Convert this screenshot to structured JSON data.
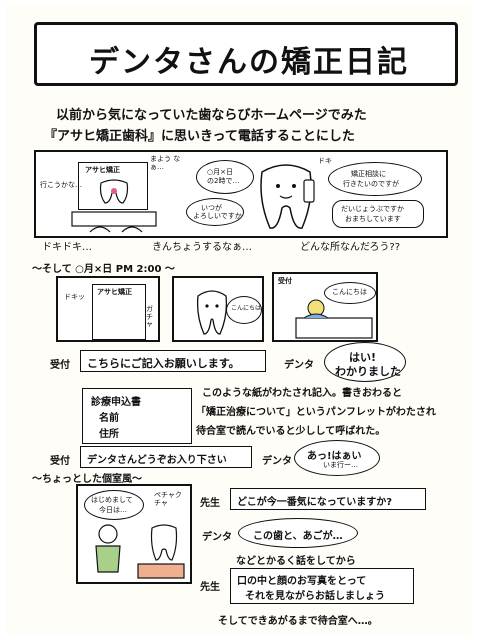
{
  "title": "デンタさんの矯正日記",
  "intro": {
    "line1": "以前から気になっていた歯ならびホームページでみた",
    "line2": "『アサヒ矯正歯科』に思いきって電話することにした"
  },
  "panel1": {
    "monitor_text": "アサヒ矯正",
    "side_note": "行こうかな…",
    "mutter": "まよう なぁ…",
    "bubble_left_line1": "○月×日",
    "bubble_left_line2": "の2時で…",
    "bubble_small_line1": "いつが",
    "bubble_small_line2": "よろしいですか",
    "phone_sfx": "ドキ",
    "bubble_right_line1": "矯正相談に",
    "bubble_right_line2": "行きたいのですが",
    "bubble_bottom_line1": "だいじょうぶですか",
    "bubble_bottom_line2": "おまちしています"
  },
  "panel1_caption": {
    "a": "ドキドキ…",
    "b": "きんちょうするなぁ…",
    "c": "どんな所なんだろう??"
  },
  "time_label": "～そして ○月×日 PM 2:00 ～",
  "panel2": {
    "sign": "アサヒ矯正",
    "sfx1": "ドキッ",
    "sfx2": "ガチャ",
    "greet": "こんにちは",
    "reception_sign": "受付",
    "reception_greet": "こんにちは"
  },
  "dialog1": {
    "speaker": "受付",
    "line": "こちらにご記入お願いします。",
    "reply_speaker": "デンタ",
    "reply_line1": "はい!",
    "reply_line2": "わかりました"
  },
  "form_card": {
    "line1": "診療申込書",
    "line2": "名前",
    "line3": "住所"
  },
  "explain": {
    "line1": "このような紙がわたされ記入。書きおわると",
    "line2": "「矯正治療について」というパンフレットがわたされ",
    "line3": "待合室で読んでいると少しして呼ばれた。"
  },
  "dialog2": {
    "speaker": "受付",
    "line": "デンタさんどうぞお入り下さい",
    "reply_speaker": "デンタ",
    "reply_line1": "あっ!はぁい",
    "reply_line2": "いま行ー…"
  },
  "room_label": "～ちょっとした個室風～",
  "panel3": {
    "bubble_line1": "はじめまして",
    "bubble_line2": "今日は…",
    "sfx": "ペチャクチャ"
  },
  "dialog3": {
    "doc_speaker": "先生",
    "doc_line": "どこが今一番気になっていますか?",
    "denta_speaker": "デンタ",
    "denta_line": "この歯と、あごが…",
    "narration": "などとかるく話をしてから"
  },
  "dialog4": {
    "doc_speaker": "先生",
    "doc_line1": "口の中と顔のお写真をとって",
    "doc_line2": "それを見ながらお話しましょう"
  },
  "footer": "そしてできあがるまで待合室へ…。"
}
